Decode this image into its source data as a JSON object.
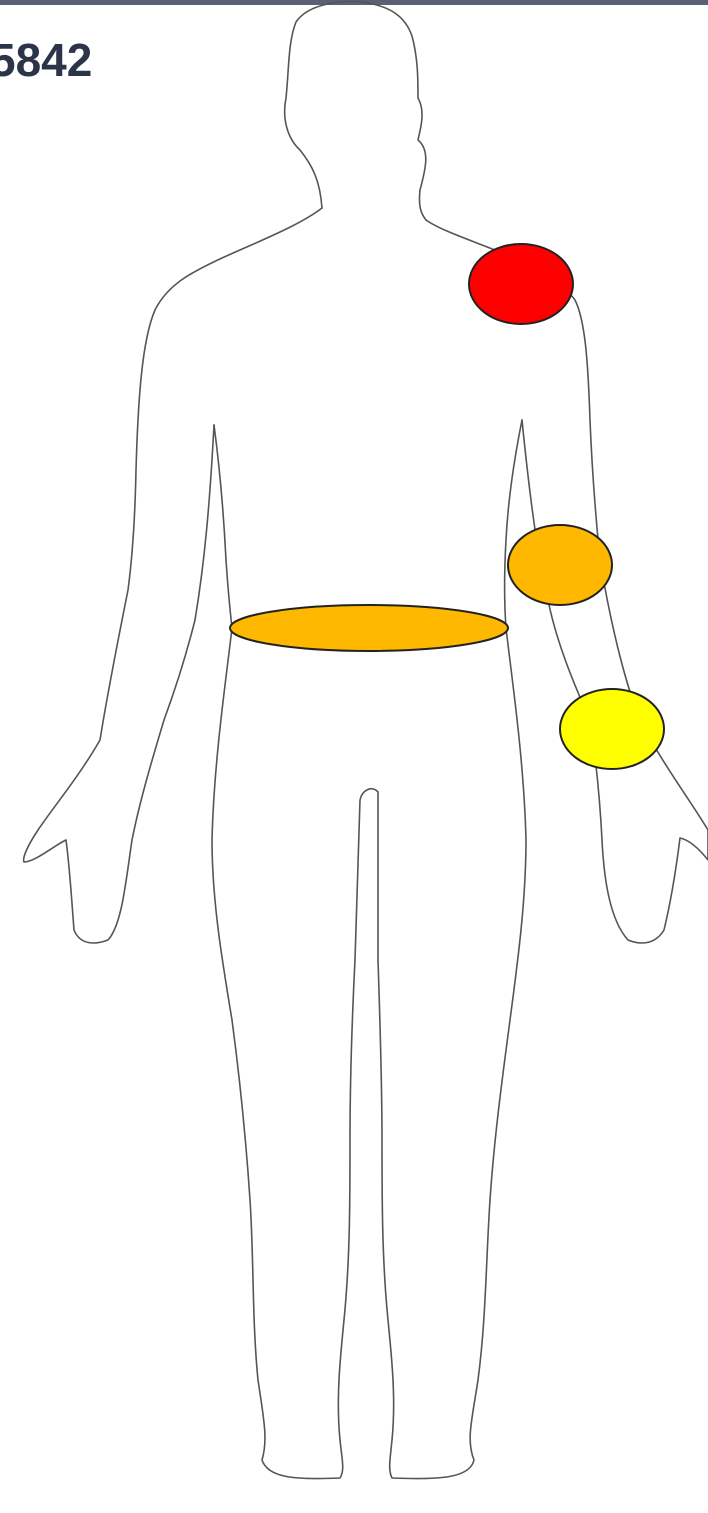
{
  "header": {
    "case_id": "5842"
  },
  "colors": {
    "top_bar": "#5b6075",
    "case_id_text": "#2b3448",
    "outline": "#555555",
    "marker_stroke": "#222222"
  },
  "markers": [
    {
      "region": "left-shoulder",
      "shape": "circle",
      "color": "#ff0000"
    },
    {
      "region": "left-elbow",
      "shape": "circle",
      "color": "#ffb800"
    },
    {
      "region": "lower-back-waist",
      "shape": "band",
      "color": "#ffb800"
    },
    {
      "region": "left-wrist",
      "shape": "circle",
      "color": "#ffff00"
    }
  ]
}
